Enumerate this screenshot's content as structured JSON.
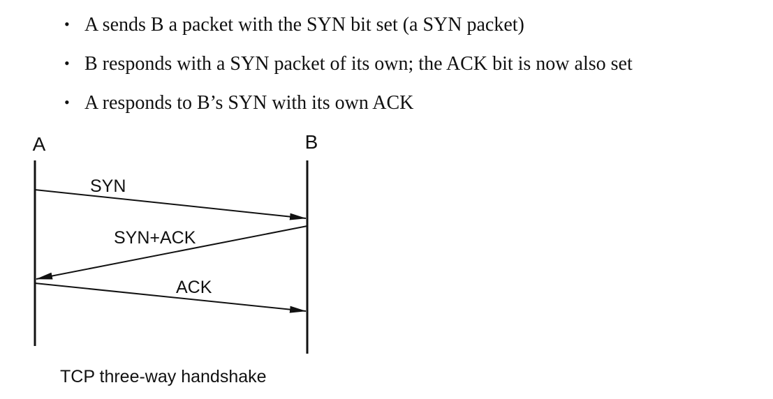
{
  "bullets": [
    {
      "text": "A sends B a packet with the SYN bit set (a SYN packet)"
    },
    {
      "text": "B responds with a SYN packet of its own; the ACK bit is now also set"
    },
    {
      "text": "A responds to B’s SYN with its own ACK"
    }
  ],
  "bullet_marker": "•",
  "diagram": {
    "endpoints": {
      "left": "A",
      "right": "B"
    },
    "messages": [
      {
        "label": "SYN",
        "direction": "A-to-B"
      },
      {
        "label": "SYN+ACK",
        "direction": "B-to-A"
      },
      {
        "label": "ACK",
        "direction": "A-to-B"
      }
    ],
    "caption": "TCP three-way handshake"
  }
}
